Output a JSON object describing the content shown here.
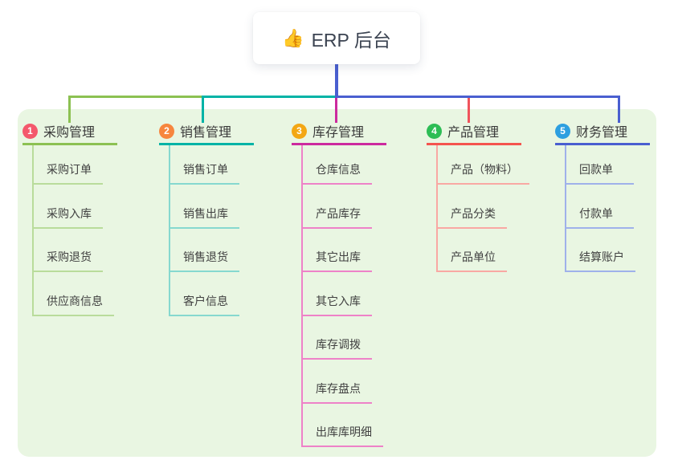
{
  "root": {
    "label": "ERP 后台",
    "icon": "thumbs-up-icon",
    "icon_char": "👍"
  },
  "branches": [
    {
      "badge": "1",
      "label": "采购管理",
      "badge_color": "#f4586c",
      "accent": "#8cc152",
      "soft": "#b9dc9b",
      "children": [
        "采购订单",
        "采购入库",
        "采购退货",
        "供应商信息"
      ]
    },
    {
      "badge": "2",
      "label": "销售管理",
      "badge_color": "#f7863e",
      "accent": "#00b3a6",
      "soft": "#86d8cf",
      "children": [
        "销售订单",
        "销售出库",
        "销售退货",
        "客户信息"
      ]
    },
    {
      "badge": "3",
      "label": "库存管理",
      "badge_color": "#f3a714",
      "accent": "#cc2a9e",
      "soft": "#ee82c8",
      "children": [
        "仓库信息",
        "产品库存",
        "其它出库",
        "其它入库",
        "库存调拨",
        "库存盘点",
        "出库库明细"
      ]
    },
    {
      "badge": "4",
      "label": "产品管理",
      "badge_color": "#2dbd55",
      "accent": "#f4544e",
      "soft": "#f9a8a3",
      "children": [
        "产品（物料）",
        "产品分类",
        "产品单位"
      ]
    },
    {
      "badge": "5",
      "label": "财务管理",
      "badge_color": "#2d9fe0",
      "accent": "#4a5fd0",
      "soft": "#9fb1ea",
      "children": [
        "回款单",
        "付款单",
        "结算账户"
      ]
    }
  ],
  "colors": {
    "page_bg": "#ffffff",
    "canvas_bg": "#e9f6e2",
    "connector_green": "#8cc152",
    "connector_teal": "#00b3a6",
    "connector_blue": "#4a5fd0",
    "connector_magenta": "#cc2a9e",
    "connector_red": "#f0545c",
    "root_text": "#3b4351",
    "branch_text": "#3a3a3a",
    "child_text": "#414141"
  }
}
